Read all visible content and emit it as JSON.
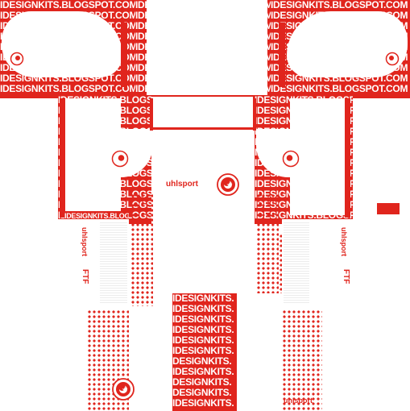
{
  "watermark": {
    "blog": "IDESIGNKITS.BLOGSPOT.COM",
    "blog_short": "IDESIGNKITS.BLOGS",
    "designkits": "IDESIGNKITS.",
    "designkits_alt": "DESIGNKITS."
  },
  "brand": {
    "name": "uhlsport",
    "federation": "FTF"
  },
  "colors": {
    "primary_red": "#e0251d",
    "white": "#ffffff"
  },
  "icons": [
    "collar-logo-icon",
    "crest-icon",
    "uhlsport-logo-icon"
  ]
}
